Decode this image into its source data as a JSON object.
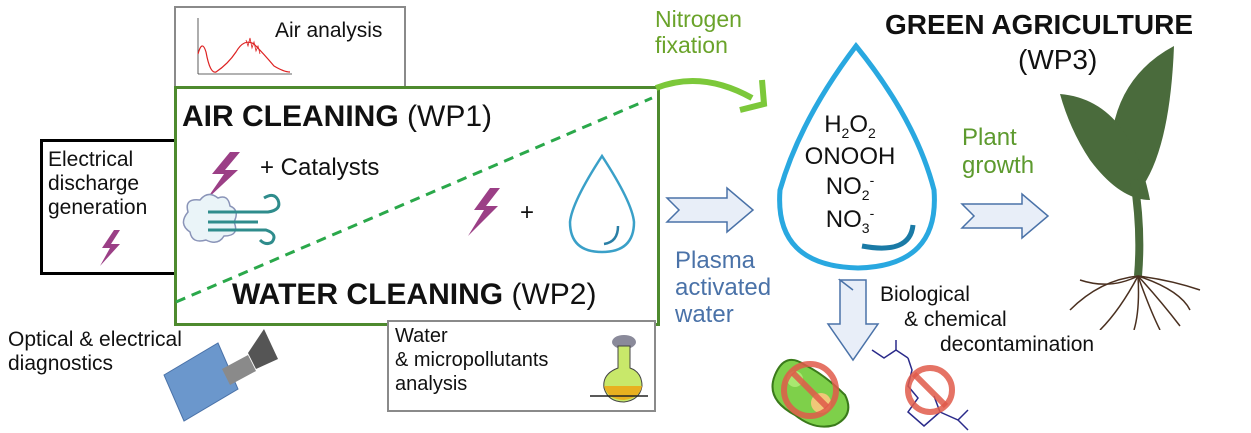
{
  "diagram": {
    "air_analysis": {
      "label": "Air analysis",
      "icon": "spectrum-chart-icon"
    },
    "electrical": {
      "lines": [
        "Electrical",
        "discharge",
        "generation"
      ],
      "icon": "lightning-icon"
    },
    "air_cleaning": {
      "title_bold": "AIR CLEANING",
      "title_wp": "(WP1)",
      "catalysts": "+ Catalysts",
      "icons": [
        "lightning-icon",
        "wind-icon"
      ]
    },
    "water_cleaning": {
      "title_bold": "WATER CLEANING",
      "title_wp": "(WP2)",
      "plus": "+",
      "icons": [
        "lightning-icon",
        "water-drop-icon"
      ]
    },
    "optical": {
      "lines": [
        "Optical & electrical",
        "diagnostics"
      ],
      "icon": "camera-icon"
    },
    "water_analysis": {
      "lines": [
        "Water",
        "& micropollutants",
        "analysis"
      ],
      "icon": "flask-icon"
    },
    "nitrogen": {
      "lines": [
        "Nitrogen",
        "fixation"
      ]
    },
    "plasma": {
      "lines": [
        "Plasma",
        "activated",
        "water"
      ]
    },
    "species": [
      {
        "base": "H",
        "sub1": "2",
        "mid": "O",
        "sub2": "2",
        "sup": ""
      },
      {
        "base": "ONOOH",
        "sub1": "",
        "mid": "",
        "sub2": "",
        "sup": ""
      },
      {
        "base": "NO",
        "sub1": "2",
        "mid": "",
        "sub2": "",
        "sup": "-"
      },
      {
        "base": "NO",
        "sub1": "3",
        "mid": "",
        "sub2": "",
        "sup": "-"
      }
    ],
    "green": {
      "title": "GREEN AGRICULTURE",
      "wp": "(WP3)"
    },
    "plant": {
      "lines": [
        "Plant",
        "growth"
      ],
      "icon": "plant-icon"
    },
    "decon": {
      "lines": [
        "Biological",
        "& chemical",
        "decontamination"
      ],
      "icons": [
        "bacteria-icon",
        "molecule-icon",
        "prohibited-icon"
      ]
    },
    "colors": {
      "green_box": "#4e8a2e",
      "nitrogen": "#6aa32a",
      "plasma": "#4a72a8",
      "drop": "#29a8e0",
      "lightning": "#9b3f86",
      "plant": "#4a6b3c"
    }
  }
}
